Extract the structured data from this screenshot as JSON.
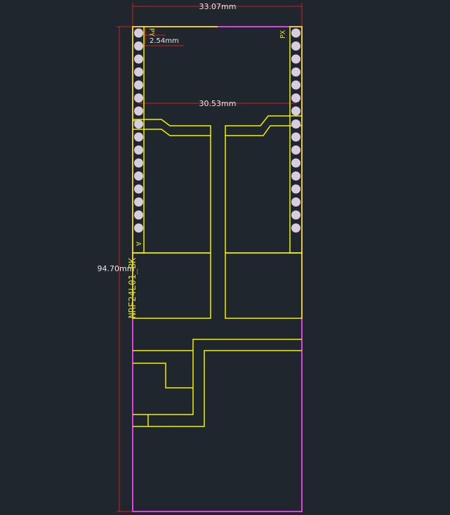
{
  "dimensions": {
    "board_width": "33.07mm",
    "pin_pitch": "2.54mm",
    "row_spacing": "30.53mm",
    "board_height": "94.70mm"
  },
  "silkscreen": {
    "py_label": "PY",
    "px_label": "PX",
    "a_label": "A",
    "part_number": "NRF24L01_BK"
  },
  "colors": {
    "background": "#1f262d",
    "outline": "#e040e0",
    "copper": "#f0f000",
    "dimension": "#d02020",
    "pad": "#d8cce0"
  },
  "pads": {
    "left_column_count": 16,
    "right_column_count": 16
  }
}
